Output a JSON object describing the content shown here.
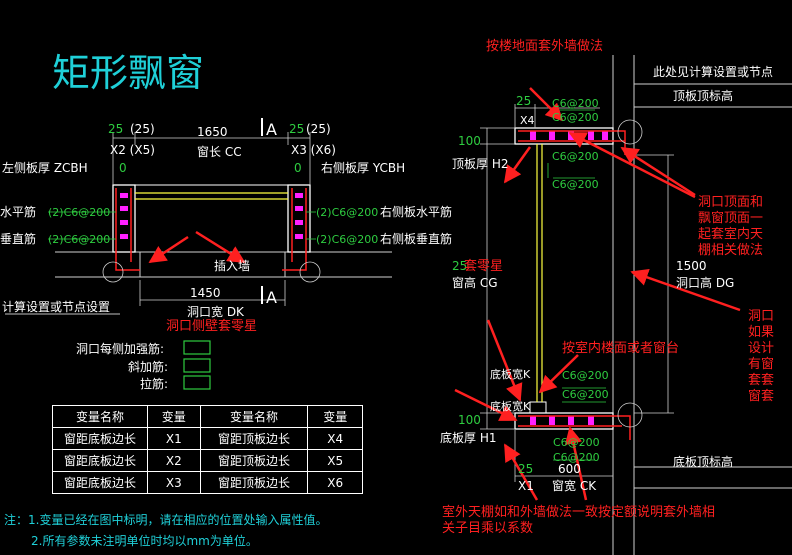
{
  "title": "矩形飘窗",
  "plan": {
    "dim_25_left": "25",
    "dim_25_left_paren": "(25)",
    "dim_1650": "1650",
    "dim_25_right": "25",
    "dim_25_right_paren": "(25)",
    "x2": "X2 (X5)",
    "x3": "X3 (X6)",
    "window_length": "窗长 CC",
    "section_a_top": "A",
    "section_a_bottom": "A",
    "left_slab": "左侧板厚 ZCBH",
    "right_slab": "右侧板厚 YCBH",
    "zero_left": "0",
    "zero_right": "0",
    "left_h_bar": "水平筋",
    "left_v_bar": "垂直筋",
    "left_h_spec": "(2)C6@200",
    "left_v_spec": "(2)C6@200",
    "right_h_spec": "(2)C6@200",
    "right_v_spec": "(2)C6@200",
    "right_h_bar": "右侧板水平筋",
    "right_v_bar": "右侧板垂直筋",
    "insert_wall": "插入墙",
    "dim_1450": "1450",
    "opening_width": "洞口宽 DK",
    "calc_settings": "计算设置或节点设置",
    "red_opening_side": "洞口侧壁套零星"
  },
  "reinforce": {
    "each_side": "洞口每侧加强筋:",
    "diagonal": "斜加筋:",
    "tie": "拉筋:"
  },
  "table": {
    "headers": [
      "变量名称",
      "变量",
      "变量名称",
      "变量"
    ],
    "rows": [
      [
        "窗距底板边长",
        "X1",
        "窗距顶板边长",
        "X4"
      ],
      [
        "窗距底板边长",
        "X2",
        "窗距顶板边长",
        "X5"
      ],
      [
        "窗距底板边长",
        "X3",
        "窗距顶板边长",
        "X6"
      ]
    ]
  },
  "notes": {
    "line1": "注：1.变量已经在图中标明，请在相应的位置处输入属性值。",
    "line2": "2.所有参数未注明单位时均以mm为单位。"
  },
  "section": {
    "red_top": "按楼地面套外墙做法",
    "calc_note": "此处见计算设置或节点",
    "top_plate_elev": "顶板顶标高",
    "dim_25": "25",
    "x4": "X4",
    "c6_1": "C6@200",
    "c6_2": "C6@200",
    "c6_3": "C6@200",
    "c6_4": "C6@200",
    "dim_100_top": "100",
    "top_thickness": "顶板厚 H2",
    "red_opening_top": "洞口顶面和飘窗顶面一起套室内天棚相关做法",
    "dim_1500": "1500",
    "opening_height": "洞口高 DG",
    "dim_2500": "25",
    "window_height": "窗高 CG",
    "red_zero": "套零星",
    "red_indoor": "按室内楼面或者窗台",
    "red_if_window": "洞口如果设计有窗套套窗套",
    "sill_width": "底板宽K",
    "c6_5": "C6@200",
    "c6_6": "C6@200",
    "c6_7": "C6@200",
    "c6_8": "C6@200",
    "plate_label": "底板宽K",
    "dim_100_bottom": "100",
    "bottom_thickness": "底板厚 H1",
    "bottom_plate_elev": "底板顶标高",
    "dim_25_b": "25",
    "dim_600": "600",
    "x1": "X1",
    "window_width": "窗宽 CK",
    "red_bottom": "室外天棚如和外墙做法一致按定额说明套外墙相关子目乘以系数"
  }
}
